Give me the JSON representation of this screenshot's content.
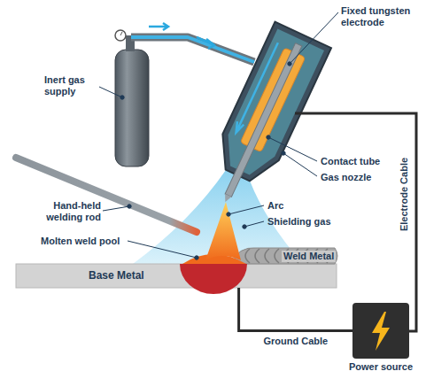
{
  "diagram": {
    "nodes": [
      {
        "text": [
          "Base Metal"
        ]
      },
      {
        "text": [
          "Power source"
        ]
      }
    ],
    "edges": [
      {
        "from": 1,
        "to": 0,
        "arrow": "none",
        "label": "Ground Cable"
      }
    ],
    "labels": [
      "Inert gas supply",
      "Fixed tungsten electrode",
      "Contact tube",
      "Gas nozzle",
      "Hand-held welding rod",
      "Arc",
      "Shielding gas",
      "Molten weld pool",
      "Weld Metal",
      "Electrode Cable"
    ]
  }
}
